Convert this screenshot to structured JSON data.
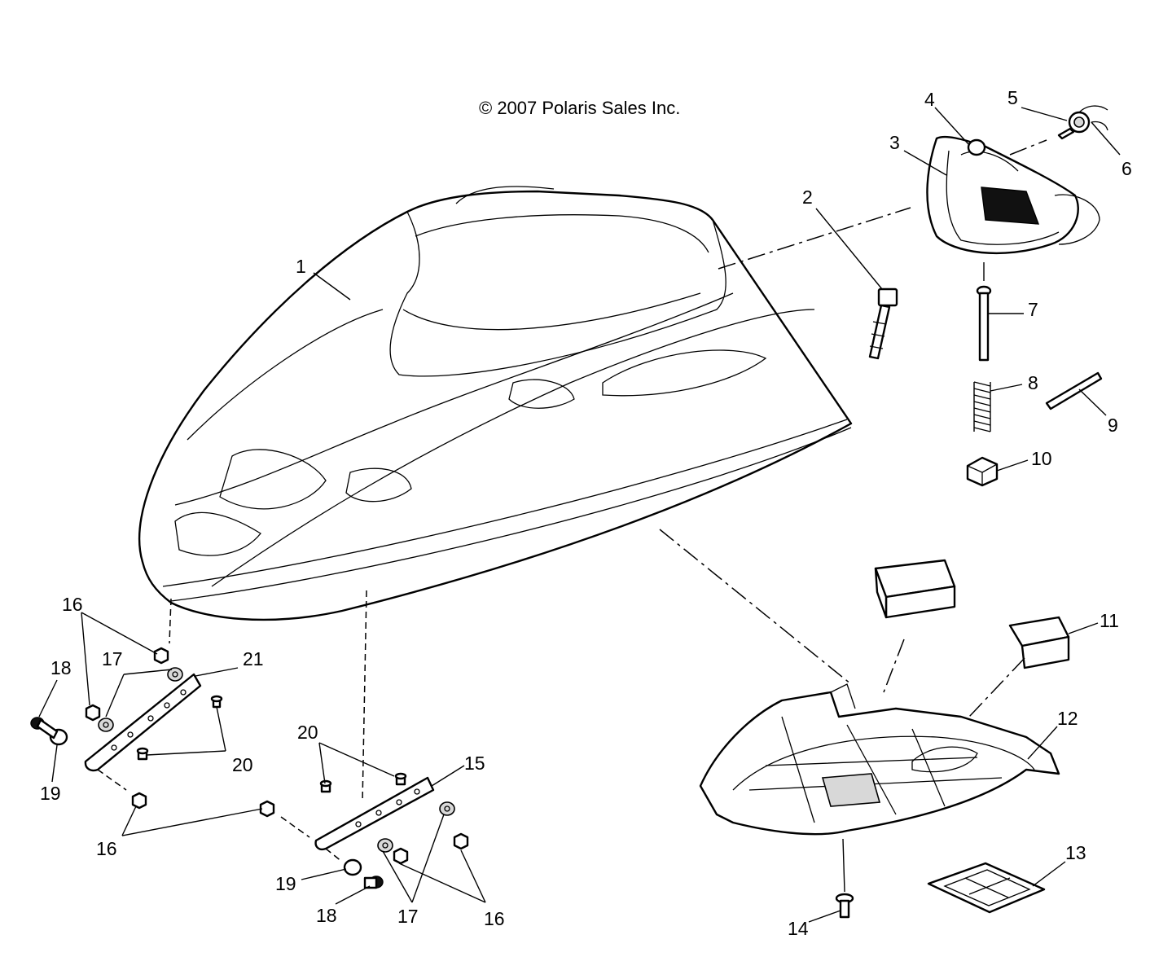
{
  "copyright": "© 2007 Polaris Sales Inc.",
  "callouts": {
    "c1": "1",
    "c2": "2",
    "c3": "3",
    "c4": "4",
    "c5": "5",
    "c6": "6",
    "c7": "7",
    "c8": "8",
    "c9": "9",
    "c10": "10",
    "c11": "11",
    "c12": "12",
    "c13": "13",
    "c14": "14",
    "c15": "15",
    "c16a": "16",
    "c16b": "16",
    "c16c": "16",
    "c17a": "17",
    "c17b": "17",
    "c18a": "18",
    "c18b": "18",
    "c19a": "19",
    "c19b": "19",
    "c20a": "20",
    "c20b": "20",
    "c21": "21"
  }
}
